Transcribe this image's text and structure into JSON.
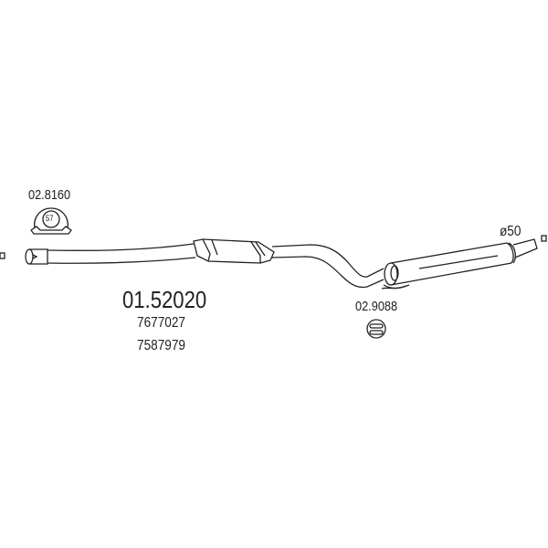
{
  "part_number": "01.52020",
  "oem_numbers": [
    "7677027",
    "7587979"
  ],
  "clamp": {
    "code": "02.8160",
    "size": "57"
  },
  "hanger": {
    "code": "02.9088"
  },
  "tailpipe_diameter": "ø50"
}
